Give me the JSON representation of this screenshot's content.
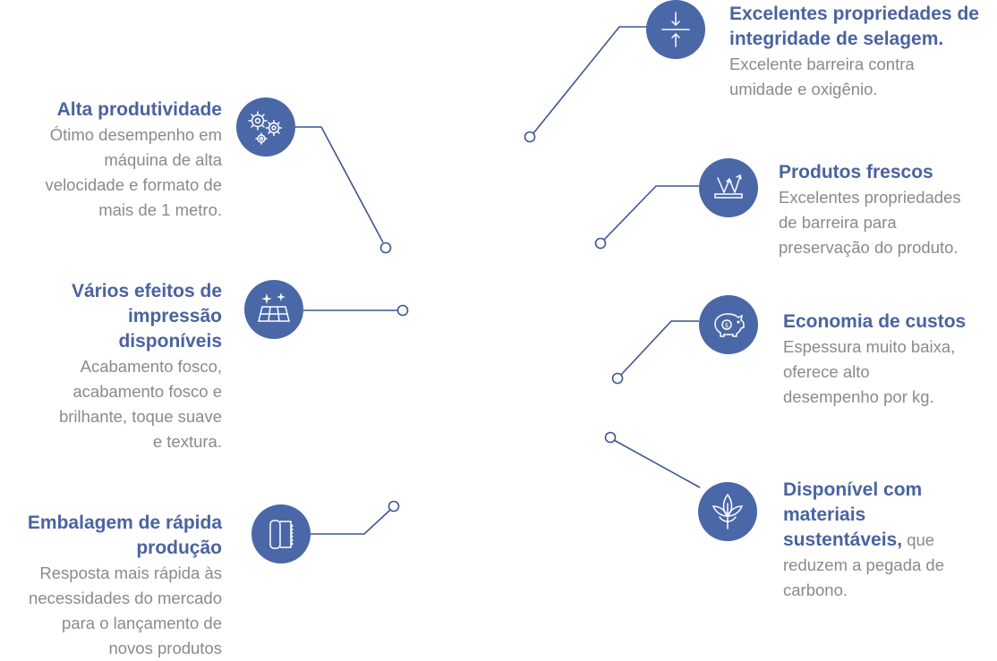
{
  "features": [
    {
      "id": "alta-produtividade",
      "title": "Alta produtividade",
      "description": "Ótimo desempenho em máquina de alta velocidade e formato de mais de 1 metro.",
      "lines": [
        "Ótimo desempenho em",
        "máquina de alta",
        "velocidade e formato de",
        "mais de 1 metro."
      ],
      "icon": "gears-icon"
    },
    {
      "id": "efeitos-impressao",
      "title": "Vários efeitos de impressão disponíveis",
      "title_lines": [
        "Vários efeitos de",
        "impressão",
        "disponíveis"
      ],
      "description": "Acabamento fosco, acabamento fosco e brilhante, toque suave e textura.",
      "lines": [
        "Acabamento fosco,",
        "acabamento fosco e",
        "brilhante, toque suave",
        "e textura."
      ],
      "icon": "sparkle-grid-icon"
    },
    {
      "id": "rapida-producao",
      "title": "Embalagem de rápida produção",
      "title_lines": [
        "Embalagem de rápida",
        "produção"
      ],
      "description": "Resposta mais rápida às necessidades do mercado para o lançamento de novos produtos",
      "lines": [
        "Resposta mais rápida às",
        "necessidades do mercado",
        "para o lançamento de",
        "novos produtos"
      ],
      "icon": "film-roll-icon"
    },
    {
      "id": "integridade-selagem",
      "title": "Excelentes propriedades de integridade de selagem.",
      "title_lines": [
        "Excelentes propriedades de",
        "integridade de selagem."
      ],
      "description": "Excelente barreira contra umidade e oxigênio.",
      "lines": [
        "Excelente barreira contra",
        "umidade e oxigênio."
      ],
      "icon": "seal-arrows-icon"
    },
    {
      "id": "produtos-frescos",
      "title": "Produtos frescos",
      "description": "Excelentes propriedades de barreira para preservação do produto.",
      "lines": [
        "Excelentes propriedades",
        "de barreira para",
        "preservação do produto."
      ],
      "icon": "barrier-reflect-icon"
    },
    {
      "id": "economia-custos",
      "title": "Economia de custos",
      "description": "Espessura muito baixa, oferece alto desempenho por kg.",
      "lines": [
        "Espessura muito baixa,",
        "oferece alto",
        "desempenho por kg."
      ],
      "icon": "piggy-bank-icon"
    },
    {
      "id": "materiais-sustentaveis",
      "title": "Disponível com materiais sustentáveis,",
      "title_lines": [
        "Disponível com",
        "materiais",
        "sustentáveis,"
      ],
      "title_tail": " que",
      "description": "que reduzem a pegada de carbono.",
      "lines": [
        "reduzem a pegada de",
        "carbono."
      ],
      "icon": "leaves-icon"
    }
  ],
  "colors": {
    "accent": "#4a67a7",
    "title": "#4a63a0",
    "text": "#8a8a8a",
    "line": "#3f5590"
  }
}
